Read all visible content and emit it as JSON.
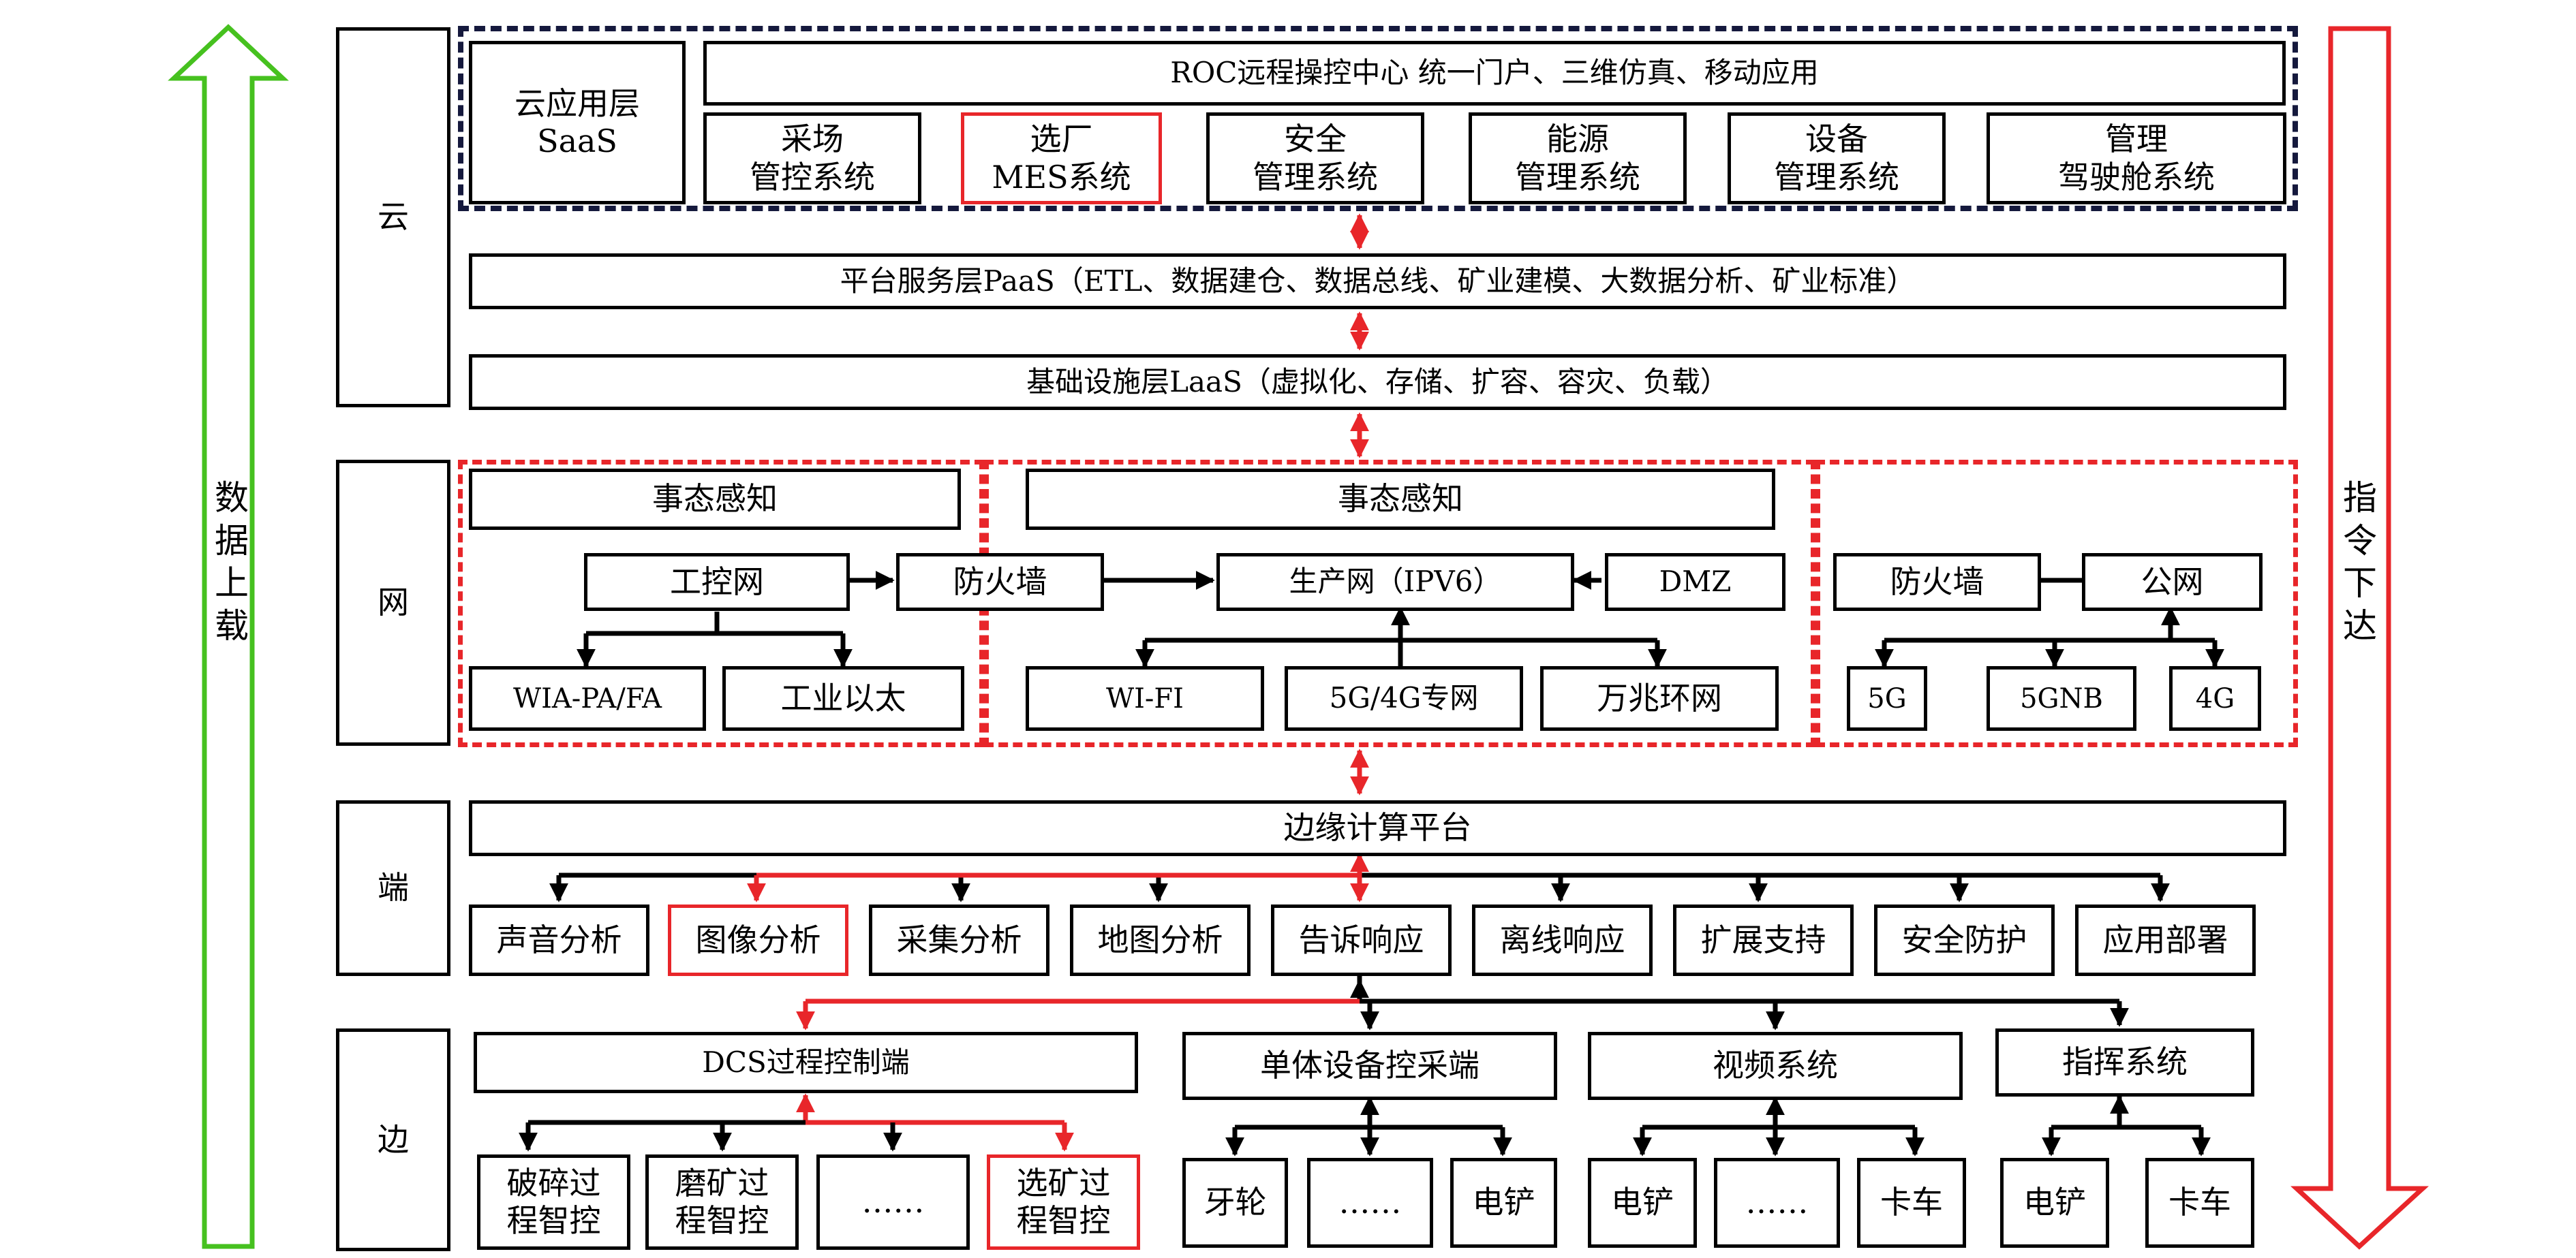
{
  "side_labels": {
    "left": "数\n据\n上\n载",
    "right": "指\n令\n下\n达"
  },
  "tiers": {
    "cloud": "云",
    "network": "网",
    "terminal": "端",
    "edge": "边"
  },
  "cloud": {
    "app_layer": "云应用层\nSaaS",
    "roc": "ROC远程操控中心 统一门户、三维仿真、移动应用",
    "systems": [
      "采场\n管控系统",
      "选厂\nMES系统",
      "安全\n管理系统",
      "能源\n管理系统",
      "设备\n管理系统",
      "管理\n驾驶舱系统"
    ],
    "paas": "平台服务层PaaS（ETL、数据建仓、数据总线、矿业建模、大数据分析、矿业标准）",
    "iaas": "基础设施层LaaS（虚拟化、存储、扩容、容灾、负载）"
  },
  "network": {
    "left": {
      "awareness": "事态感知",
      "icn": "工控网",
      "firewall": "防火墙",
      "wia": "WIA-PA/FA",
      "ethernet": "工业以太"
    },
    "middle": {
      "awareness": "事态感知",
      "prod": "生产网（IPV6）",
      "dmz": "DMZ",
      "wifi": "WI-FI",
      "g54": "5G/4G专网",
      "ring": "万兆环网"
    },
    "right": {
      "firewall": "防火墙",
      "public": "公网",
      "g5": "5G",
      "gnb": "5GNB",
      "g4": "4G"
    }
  },
  "terminal": {
    "platform": "边缘计算平台",
    "items": [
      "声音分析",
      "图像分析",
      "采集分析",
      "地图分析",
      "告诉响应",
      "离线响应",
      "扩展支持",
      "安全防护",
      "应用部署"
    ]
  },
  "edge": {
    "dcs": "DCS过程控制端",
    "single": "单体设备控采端",
    "video": "视频系统",
    "command": "指挥系统",
    "dcs_children": [
      "破碎过\n程智控",
      "磨矿过\n程智控",
      "……",
      "选矿过\n程智控"
    ],
    "single_children": [
      "牙轮",
      "……",
      "电铲"
    ],
    "video_children": [
      "电铲",
      "……",
      "卡车"
    ],
    "command_children": [
      "电铲",
      "卡车"
    ]
  },
  "colors": {
    "highlight": "#e8262a",
    "navy": "#15193d",
    "up_arrow": "#46c11f",
    "down_arrow": "#e8262a"
  }
}
